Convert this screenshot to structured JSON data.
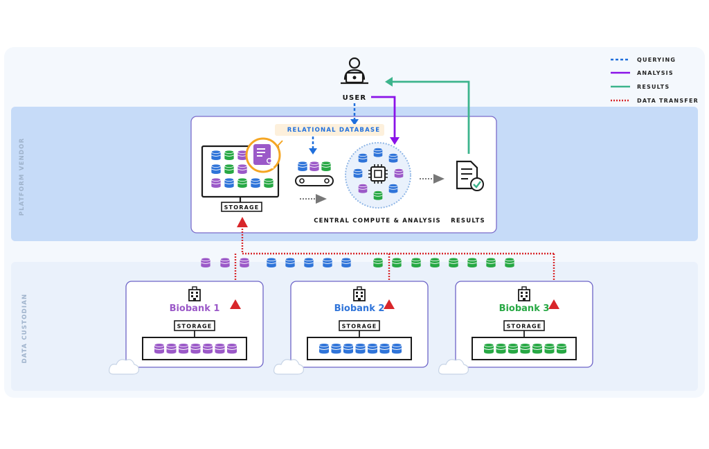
{
  "legend": {
    "querying": "QUERYING",
    "analysis": "ANALYSIS",
    "results": "RESULTS",
    "transfer": "DATA TRANSFER"
  },
  "colors": {
    "query": "#1f6fdc",
    "analysis": "#8a12e8",
    "results": "#3cb48c",
    "transfer": "#d8262a",
    "purple_db": "#9b59c8",
    "blue_db": "#2f74d9",
    "green_db": "#27a844",
    "band_vendor": "#c6dbf8",
    "band_custodian": "#eaf1fb"
  },
  "user_label": "USER",
  "vendor_label": "PLATFORM VENDOR",
  "custodian_label": "DATA CUSTODIAN",
  "relational_db_label": "RELATIONAL DATABASE",
  "storage_label": "STORAGE",
  "central_label": "CENTRAL COMPUTE & ANALYSIS",
  "results_label": "RESULTS",
  "biobanks": [
    {
      "name": "Biobank 1",
      "color": "#9b59c8",
      "storage": "STORAGE"
    },
    {
      "name": "Biobank 2",
      "color": "#2f74d9",
      "storage": "STORAGE"
    },
    {
      "name": "Biobank 3",
      "color": "#27a844",
      "storage": "STORAGE"
    }
  ],
  "icons": [
    "user-icon",
    "document-person-icon",
    "conveyor-icon",
    "chip-icon",
    "results-document-icon",
    "building-icon",
    "cloud-icon"
  ]
}
